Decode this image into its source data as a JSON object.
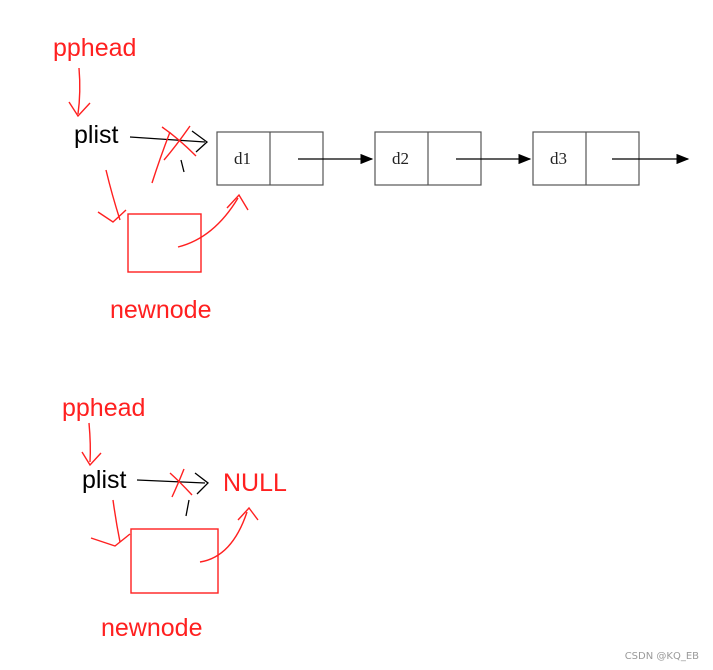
{
  "diagram_top": {
    "pphead_label": "pphead",
    "plist_label": "plist",
    "newnode_label": "newnode",
    "nodes": [
      {
        "data": "d1"
      },
      {
        "data": "d2"
      },
      {
        "data": "d3"
      }
    ]
  },
  "diagram_bottom": {
    "pphead_label": "pphead",
    "plist_label": "plist",
    "null_label": "NULL",
    "newnode_label": "newnode"
  },
  "watermark": "CSDN @KQ_EB",
  "colors": {
    "annotation": "#ff2020",
    "ink": "#000000",
    "box_border": "#555555"
  }
}
